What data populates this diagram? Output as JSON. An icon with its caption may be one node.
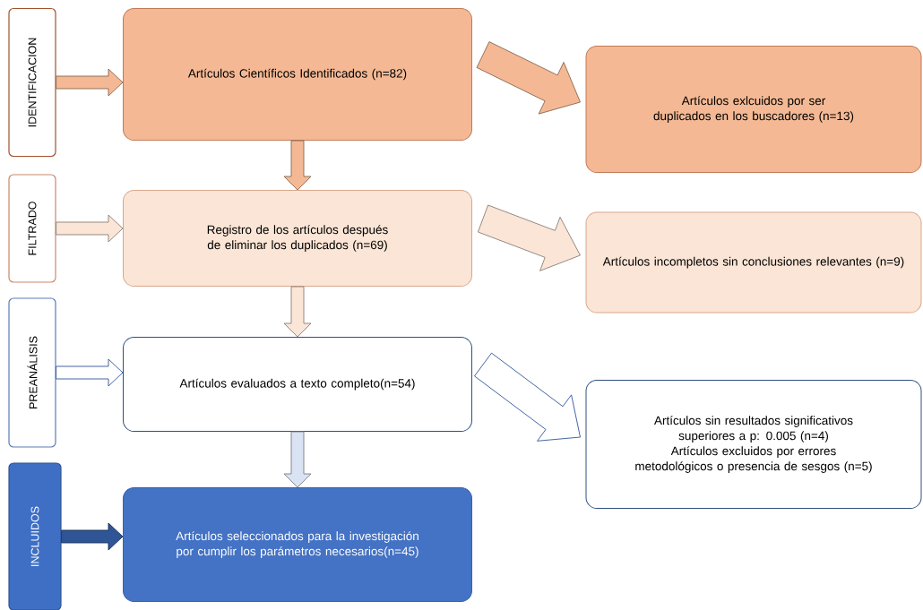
{
  "diagram": {
    "nodes": [
      {
        "text": [
          "IDENTIFICACION"
        ]
      },
      {
        "text": [
          "FILTRADO"
        ]
      },
      {
        "text": [
          "PREANÁLISIS"
        ]
      },
      {
        "text": [
          "INCLUIDOS"
        ]
      },
      {
        "text": [
          "Artículos Científicos Identificados (n=82)"
        ]
      },
      {
        "text": [
          "Artículos exlcuidos por ser duplicados en los buscadores (n=13)"
        ]
      },
      {
        "text": [
          "Registro de los artículos después de eliminar los duplicados (n=69)"
        ]
      },
      {
        "text": [
          "Artículos incompletos sin conclusiones relevantes (n=9)"
        ]
      },
      {
        "text": [
          "Artículos evaluados a texto completo(n=54)"
        ]
      },
      {
        "text": [
          "Artículos sin resultados significativos superiores a p: 0.005 (n=4)",
          "Artículos excluidos por errores metodológicos o presencia de sesgos (n=5)"
        ]
      },
      {
        "text": [
          "Artículos seleccionados para la investigación por cumplir los parámetros necesarios(n=45)"
        ]
      }
    ],
    "edges": [
      {
        "from": 0,
        "to": 4,
        "arrow": "to",
        "color": "#f4b994"
      },
      {
        "from": 4,
        "to": 5,
        "arrow": "to",
        "color": "#f4b994"
      },
      {
        "from": 4,
        "to": 6,
        "arrow": "to",
        "color": "#f4b994"
      },
      {
        "from": 1,
        "to": 6,
        "arrow": "to",
        "color": "#fbe5d6"
      },
      {
        "from": 6,
        "to": 7,
        "arrow": "to",
        "color": "#fbe5d6"
      },
      {
        "from": 6,
        "to": 8,
        "arrow": "to",
        "color": "#fbe5d6"
      },
      {
        "from": 2,
        "to": 8,
        "arrow": "to",
        "color": "#ffffff"
      },
      {
        "from": 8,
        "to": 9,
        "arrow": "to",
        "color": "#ffffff"
      },
      {
        "from": 8,
        "to": 10,
        "arrow": "to",
        "color": "#dae3f3"
      },
      {
        "from": 3,
        "to": 10,
        "arrow": "to",
        "color": "#2f5597"
      }
    ]
  }
}
